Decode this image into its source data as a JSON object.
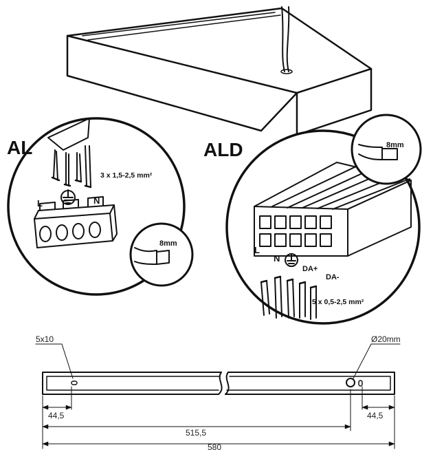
{
  "wiring": {
    "al": {
      "title": "AL",
      "cable_spec": "3 x 1,5-2,5 mm²",
      "terminal_l": "L",
      "terminal_n": "N",
      "strip_length": "8mm"
    },
    "ald": {
      "title": "ALD",
      "cable_spec": "5 x 0,5-2,5 mm²",
      "terminal_l": "L",
      "terminal_n": "N",
      "terminal_da_plus": "DA+",
      "terminal_da_minus": "DA-",
      "strip_length": "8mm"
    }
  },
  "dimensions": {
    "slot": "5x10",
    "hole": "Ø20mm",
    "left_offset": "44,5",
    "right_offset": "44,5",
    "hole_spacing": "515,5",
    "total_length": "580"
  },
  "icons": {
    "ground": "ground-icon"
  }
}
